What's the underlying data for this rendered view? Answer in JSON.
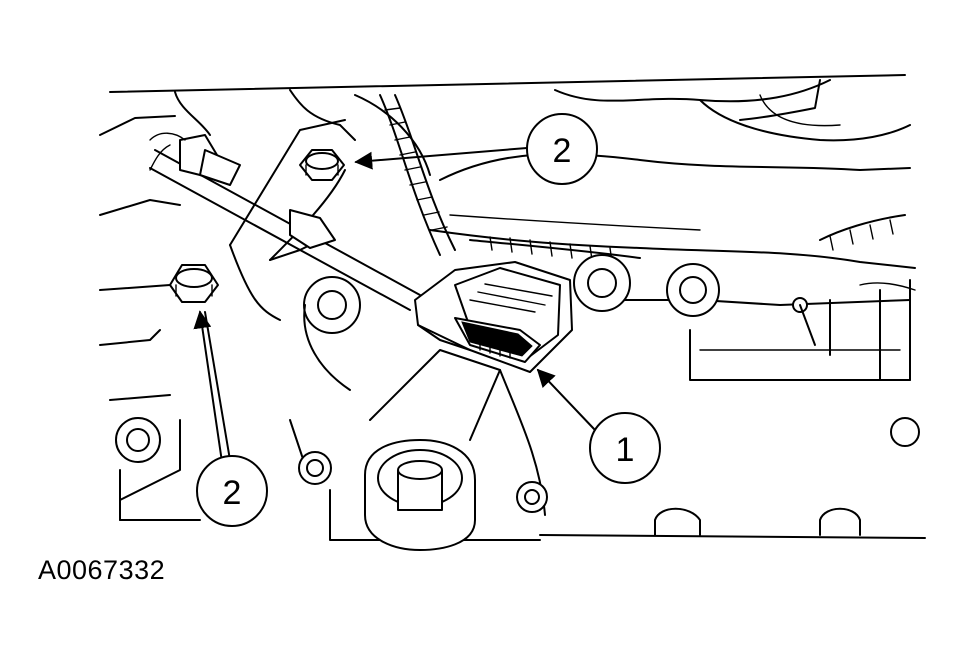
{
  "figure": {
    "reference_code": "A0067332",
    "callouts": [
      {
        "id": "callout-1",
        "label": "1",
        "target": "connector"
      },
      {
        "id": "callout-2-top",
        "label": "2",
        "target": "upper-bolt"
      },
      {
        "id": "callout-2-bottom",
        "label": "2",
        "target": "lower-bolt"
      }
    ]
  }
}
